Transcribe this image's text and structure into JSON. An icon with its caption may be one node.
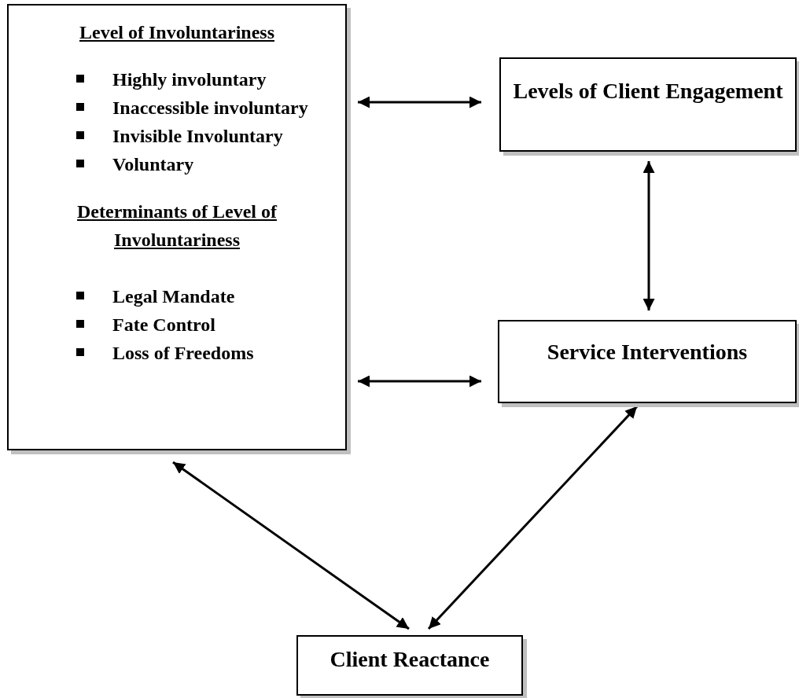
{
  "diagram": {
    "nodes": [
      {
        "text": [
          "Level of Involuntariness",
          "Highly involuntary",
          "Inaccessible involuntary",
          "Invisible Involuntary",
          "Voluntary",
          "Determinants of Level of Involuntariness",
          "Legal Mandate",
          "Fate Control",
          "Loss of Freedoms"
        ]
      },
      {
        "text": [
          "Levels of Client Engagement"
        ]
      },
      {
        "text": [
          "Service Interventions"
        ]
      },
      {
        "text": [
          "Client Reactance"
        ]
      }
    ],
    "edges": [
      {
        "from": 0,
        "to": 1,
        "arrow": "both"
      },
      {
        "from": 0,
        "to": 2,
        "arrow": "both"
      },
      {
        "from": 1,
        "to": 2,
        "arrow": "both"
      },
      {
        "from": 0,
        "to": 3,
        "arrow": "both"
      },
      {
        "from": 2,
        "to": 3,
        "arrow": "both"
      }
    ]
  }
}
